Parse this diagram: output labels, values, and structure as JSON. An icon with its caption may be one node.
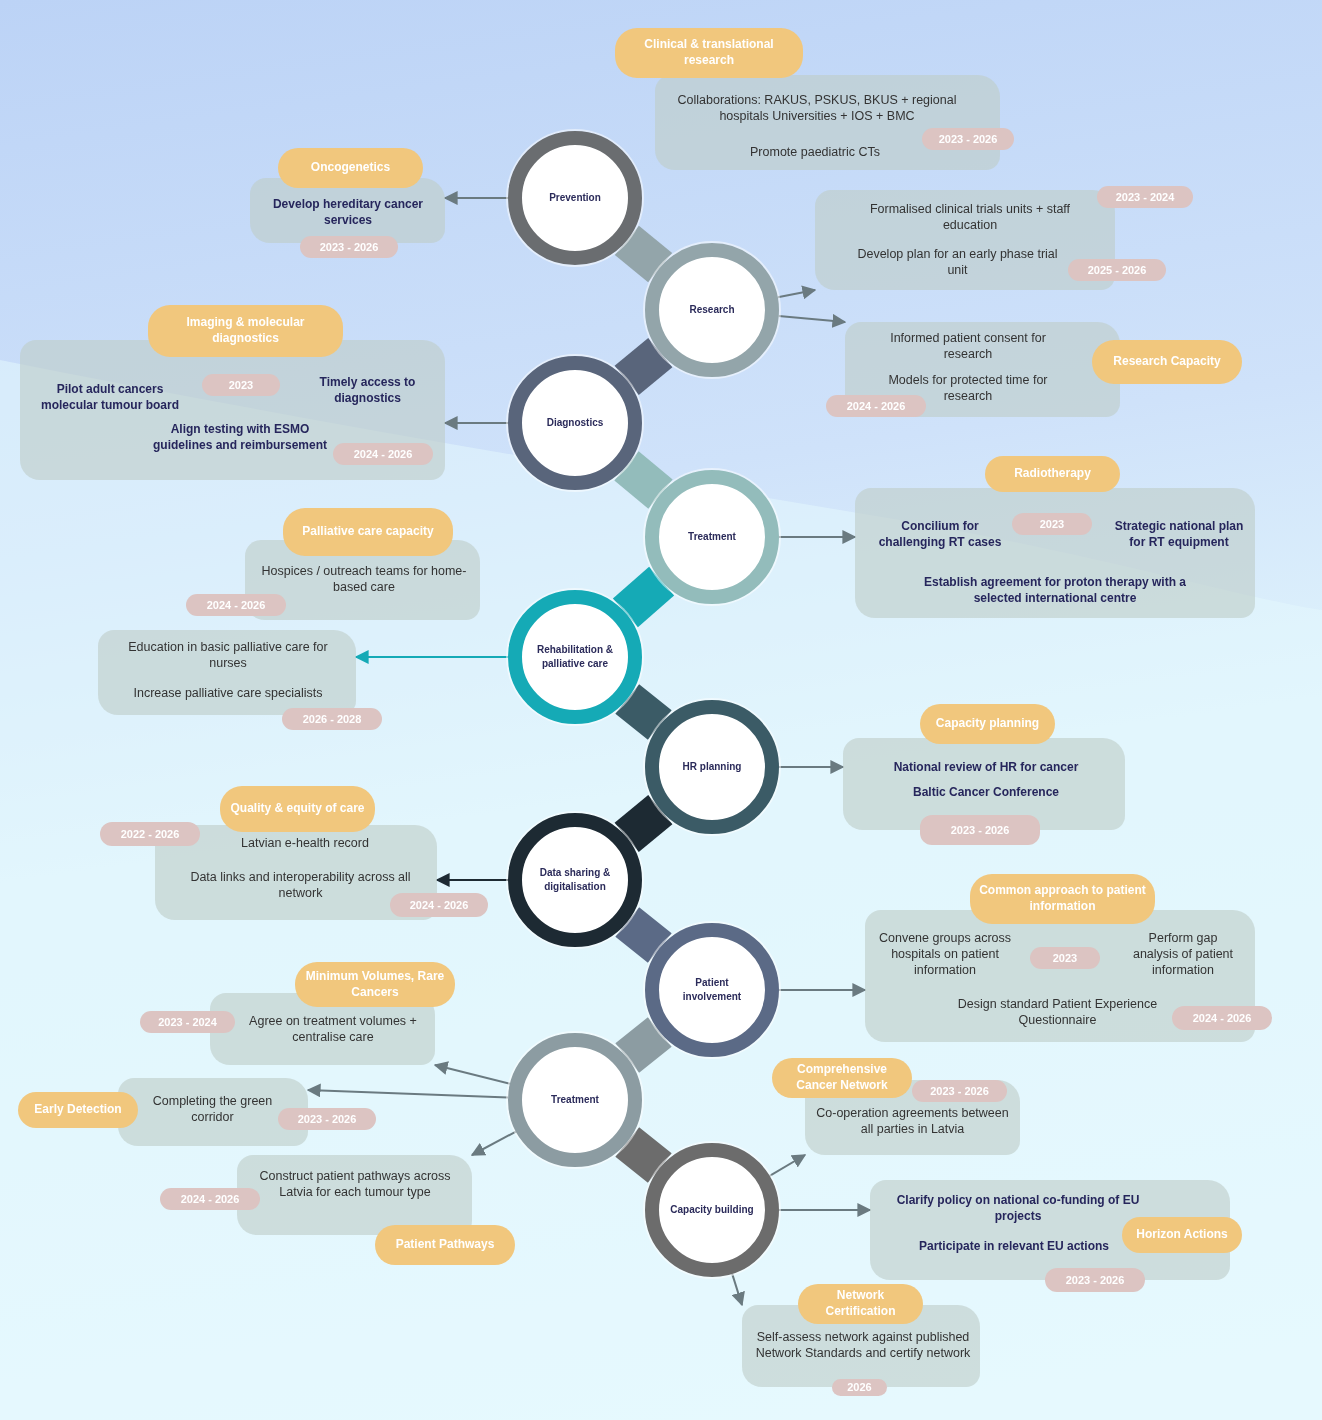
{
  "diagram": {
    "nodes": [
      {
        "text": [
          "Prevention"
        ]
      },
      {
        "text": [
          "Research"
        ]
      },
      {
        "text": [
          "Diagnostics"
        ]
      },
      {
        "text": [
          "Treatment"
        ]
      },
      {
        "text": [
          "Rehabilitation & palliative care"
        ]
      },
      {
        "text": [
          "HR planning"
        ]
      },
      {
        "text": [
          "Data sharing & digitalisation"
        ]
      },
      {
        "text": [
          "Patient involvement"
        ]
      },
      {
        "text": [
          "Treatment"
        ]
      },
      {
        "text": [
          "Capacity building"
        ]
      },
      {
        "text": [
          "Clinical & translational research",
          "Collaborations: RAKUS, PSKUS, BKUS + regional hospitals Universities + IOS + BMC",
          "Promote paediatric CTs",
          "2023 - 2026"
        ]
      },
      {
        "text": [
          "Oncogenetics",
          "Develop hereditary cancer services",
          "2023 - 2026"
        ]
      },
      {
        "text": [
          "Formalised clinical trials units + staff education",
          "2023 - 2024",
          "Develop plan for an early phase trial unit",
          "2025 - 2026"
        ]
      },
      {
        "text": [
          "Informed patient consent for research",
          "Research Capacity",
          "Models for protected time for research",
          "2024 - 2026"
        ]
      },
      {
        "text": [
          "Imaging & molecular diagnostics",
          "Pilot adult cancers molecular tumour board",
          "2023",
          "Timely access to diagnostics",
          "Align testing with ESMO guidelines and reimbursement",
          "2024 - 2026"
        ]
      },
      {
        "text": [
          "Radiotherapy",
          "Concilium for challenging RT cases",
          "2023",
          "Strategic national plan for RT equipment",
          "Establish agreement for proton therapy with a selected international centre"
        ]
      },
      {
        "text": [
          "Palliative care capacity",
          "Hospices / outreach teams for home-based care",
          "2024 - 2026"
        ]
      },
      {
        "text": [
          "Education in basic palliative care for nurses",
          "Increase palliative care specialists",
          "2026 - 2028"
        ]
      },
      {
        "text": [
          "Capacity planning",
          "National review of HR for cancer",
          "Baltic Cancer Conference",
          "2023 - 2026"
        ]
      },
      {
        "text": [
          "Quality & equity of care",
          "2022 - 2026",
          "Latvian e-health record",
          "Data links and interoperability across all network",
          "2024 - 2026"
        ]
      },
      {
        "text": [
          "Common approach to patient information",
          "Convene groups across hospitals on patient information",
          "2023",
          "Perform gap analysis of patient information",
          "Design standard Patient Experience Questionnaire",
          "2024 - 2026"
        ]
      },
      {
        "text": [
          "Minimum Volumes, Rare Cancers",
          "2023 - 2024",
          "Agree on treatment volumes + centralise care"
        ]
      },
      {
        "text": [
          "Early Detection",
          "Completing the green corridor",
          "2023 - 2026"
        ]
      },
      {
        "text": [
          "Construct patient pathways across Latvia for each tumour type",
          "2024 - 2026",
          "Patient Pathways"
        ]
      },
      {
        "text": [
          "Comprehensive Cancer Network",
          "2023 - 2026",
          "Co-operation agreements between all parties in Latvia"
        ]
      },
      {
        "text": [
          "Clarify policy on national co-funding of EU projects",
          "Participate in relevant EU actions",
          "Horizon Actions",
          "2023 - 2026"
        ]
      },
      {
        "text": [
          "Network Certification",
          "Self-assess network against published Network Standards and certify network",
          "2026"
        ]
      }
    ],
    "edges": [
      {
        "from": 0,
        "to": 1,
        "arrow": "none",
        "style": "thick",
        "color": "#93a5aa"
      },
      {
        "from": 1,
        "to": 2,
        "arrow": "none",
        "style": "thick",
        "color": "#59657b"
      },
      {
        "from": 2,
        "to": 3,
        "arrow": "none",
        "style": "thick",
        "color": "#93bcbb"
      },
      {
        "from": 3,
        "to": 4,
        "arrow": "none",
        "style": "thick",
        "color": "#15aab6"
      },
      {
        "from": 4,
        "to": 5,
        "arrow": "none",
        "style": "thick",
        "color": "#3b5b66"
      },
      {
        "from": 5,
        "to": 6,
        "arrow": "none",
        "style": "thick",
        "color": "#1d2a33"
      },
      {
        "from": 6,
        "to": 7,
        "arrow": "none",
        "style": "thick",
        "color": "#5b6a86"
      },
      {
        "from": 7,
        "to": 8,
        "arrow": "none",
        "style": "thick",
        "color": "#8c9ca2"
      },
      {
        "from": 8,
        "to": 9,
        "arrow": "none",
        "style": "thick",
        "color": "#6c6c6c"
      },
      {
        "from": 0,
        "to": 11,
        "arrow": "to"
      },
      {
        "from": 1,
        "to": 12,
        "arrow": "to"
      },
      {
        "from": 1,
        "to": 13,
        "arrow": "to"
      },
      {
        "from": 2,
        "to": 14,
        "arrow": "to"
      },
      {
        "from": 3,
        "to": 15,
        "arrow": "to"
      },
      {
        "from": 4,
        "to": 17,
        "arrow": "to",
        "color": "#15aab6"
      },
      {
        "from": 5,
        "to": 18,
        "arrow": "to"
      },
      {
        "from": 6,
        "to": 19,
        "arrow": "to",
        "color": "#1d2a33"
      },
      {
        "from": 7,
        "to": 20,
        "arrow": "to"
      },
      {
        "from": 8,
        "to": 21,
        "arrow": "to"
      },
      {
        "from": 8,
        "to": 22,
        "arrow": "to"
      },
      {
        "from": 8,
        "to": 23,
        "arrow": "to"
      },
      {
        "from": 9,
        "to": 24,
        "arrow": "to"
      },
      {
        "from": 9,
        "to": 25,
        "arrow": "to"
      },
      {
        "from": 9,
        "to": 26,
        "arrow": "to"
      }
    ]
  }
}
